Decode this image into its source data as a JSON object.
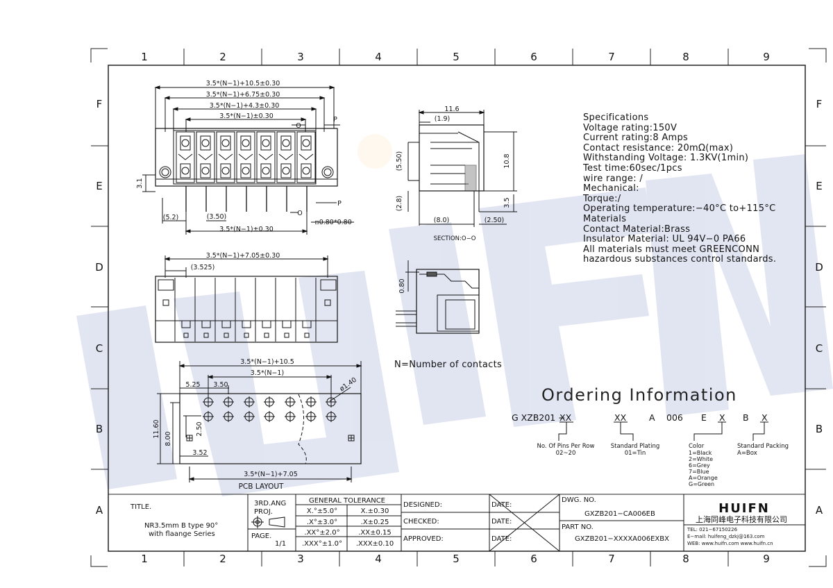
{
  "frame": {
    "columns": [
      "1",
      "2",
      "3",
      "4",
      "5",
      "6",
      "7",
      "8",
      "9"
    ],
    "rows": [
      "F",
      "E",
      "D",
      "C",
      "B",
      "A"
    ]
  },
  "watermark": {
    "text": "HUIFN",
    "color": "#1f3c9e"
  },
  "dimensions": {
    "front_1": "3.5*(N−1)+10.5±0.30",
    "front_2": "3.5*(N−1)+6.75±0.30",
    "front_3": "3.5*(N−1)+4.3±0.30",
    "front_4": "3.5*(N−1)±0.30",
    "front_o_top": "O",
    "front_p_top": "P",
    "front_p_bot": "P",
    "front_o_bot": "O",
    "front_3_1": "3.1",
    "front_5_2": "(5.2)",
    "front_3_50": "(3.50)",
    "front_pin": "▫0.80*0.80",
    "front_bottom": "3.5*(N−1)±0.30",
    "side_11_6": "11.6",
    "side_1_9": "(1.9)",
    "side_5_50": "(5.50)",
    "side_10_8": "10.8",
    "side_2_8": "(2.8)",
    "side_3_5": "3.5",
    "side_8_0": "(8.0)",
    "side_2_50": "(2.50)",
    "section": "SECTION:O−O",
    "top_1": "3.5*(N−1)+7.05±0.30",
    "top_2": "(3.525)",
    "small_0_80": "0.80",
    "pcb_1": "3.5*(N−1)+10.5",
    "pcb_2": "3.5*(N−1)",
    "pcb_5_25": "5.25",
    "pcb_3_50": "3.50",
    "pcb_hole": "ø1.40",
    "pcb_11_60": "11.60",
    "pcb_8_00": "8.00",
    "pcb_2_50": "2.50",
    "pcb_3_52": "3.52",
    "pcb_bottom": "3.5*(N−1)+7.05",
    "pcb_label": "PCB LAYOUT"
  },
  "specifications": [
    "Specifications",
    "Voltage rating:150V",
    "Current rating:8 Amps",
    "Contact resistance: 20mΩ(max)",
    "Withstanding Voltage: 1.3KV(1min)",
    "Test time:60sec/1pcs",
    "wire range: /",
    "Mechanical:",
    "Torque:/",
    "Operating temperature:−40°C to+115°C",
    "Materials",
    "Contact Material:Brass",
    "Insulator Material: UL 94V−0 PA66",
    "All materials must meet GREENCONN",
    "hazardous substances control standards."
  ],
  "note": "N=Number of contacts",
  "ordering": {
    "title": "Ordering Information",
    "code_parts": [
      "G XZB201 −",
      "XX",
      "XX",
      "A",
      "006",
      "E",
      "X",
      "B",
      "X"
    ],
    "pins_label": "No. Of Pins Per Row",
    "pins_range": "02~20",
    "plating_label": "Standard Plating",
    "plating_value": "01=Tin",
    "color_label": "Color",
    "colors": [
      "1=Black",
      "2=White",
      "6=Grey",
      "7=Blue",
      "A=Orange",
      "G=Green"
    ],
    "packing_label": "Standard Packing",
    "packing_value": "A=Box"
  },
  "title_block": {
    "title_label": "TITLE.",
    "title_line1": "NR3.5mm B type 90°",
    "title_line2": "with flaange Series",
    "proj_label1": "3RD.ANG",
    "proj_label2": "PROJ.",
    "page_label": "PAGE.",
    "page_value": "1/1",
    "tol_header": "GENERAL TOLERANCE",
    "tol_rows": [
      [
        "X.°±5.0°",
        "X.±0.30"
      ],
      [
        ".X°±3.0°",
        ".X±0.25"
      ],
      [
        ".XX°±2.0°",
        ".XX±0.15"
      ],
      [
        ".XXX°±1.0°",
        ".XXX±0.10"
      ]
    ],
    "designed": "DESIGNED:",
    "checked": "CHECKED:",
    "approved": "APPROVED:",
    "date": "DATE:",
    "dwg_label": "DWG. NO.",
    "dwg_value": "GXZB201−CA006EB",
    "part_label": "PART NO.",
    "part_value": "GXZB201−XXXXA006EXBX",
    "company_logo": "HUIFN",
    "company_cn": "上海同峰电子科技有限公司",
    "tel": "TEL: 021−67150226",
    "email": "E−mail: huifeng_dzkj@163.com",
    "web": "WEB: www.huifn.com  www.huifn.cn"
  }
}
